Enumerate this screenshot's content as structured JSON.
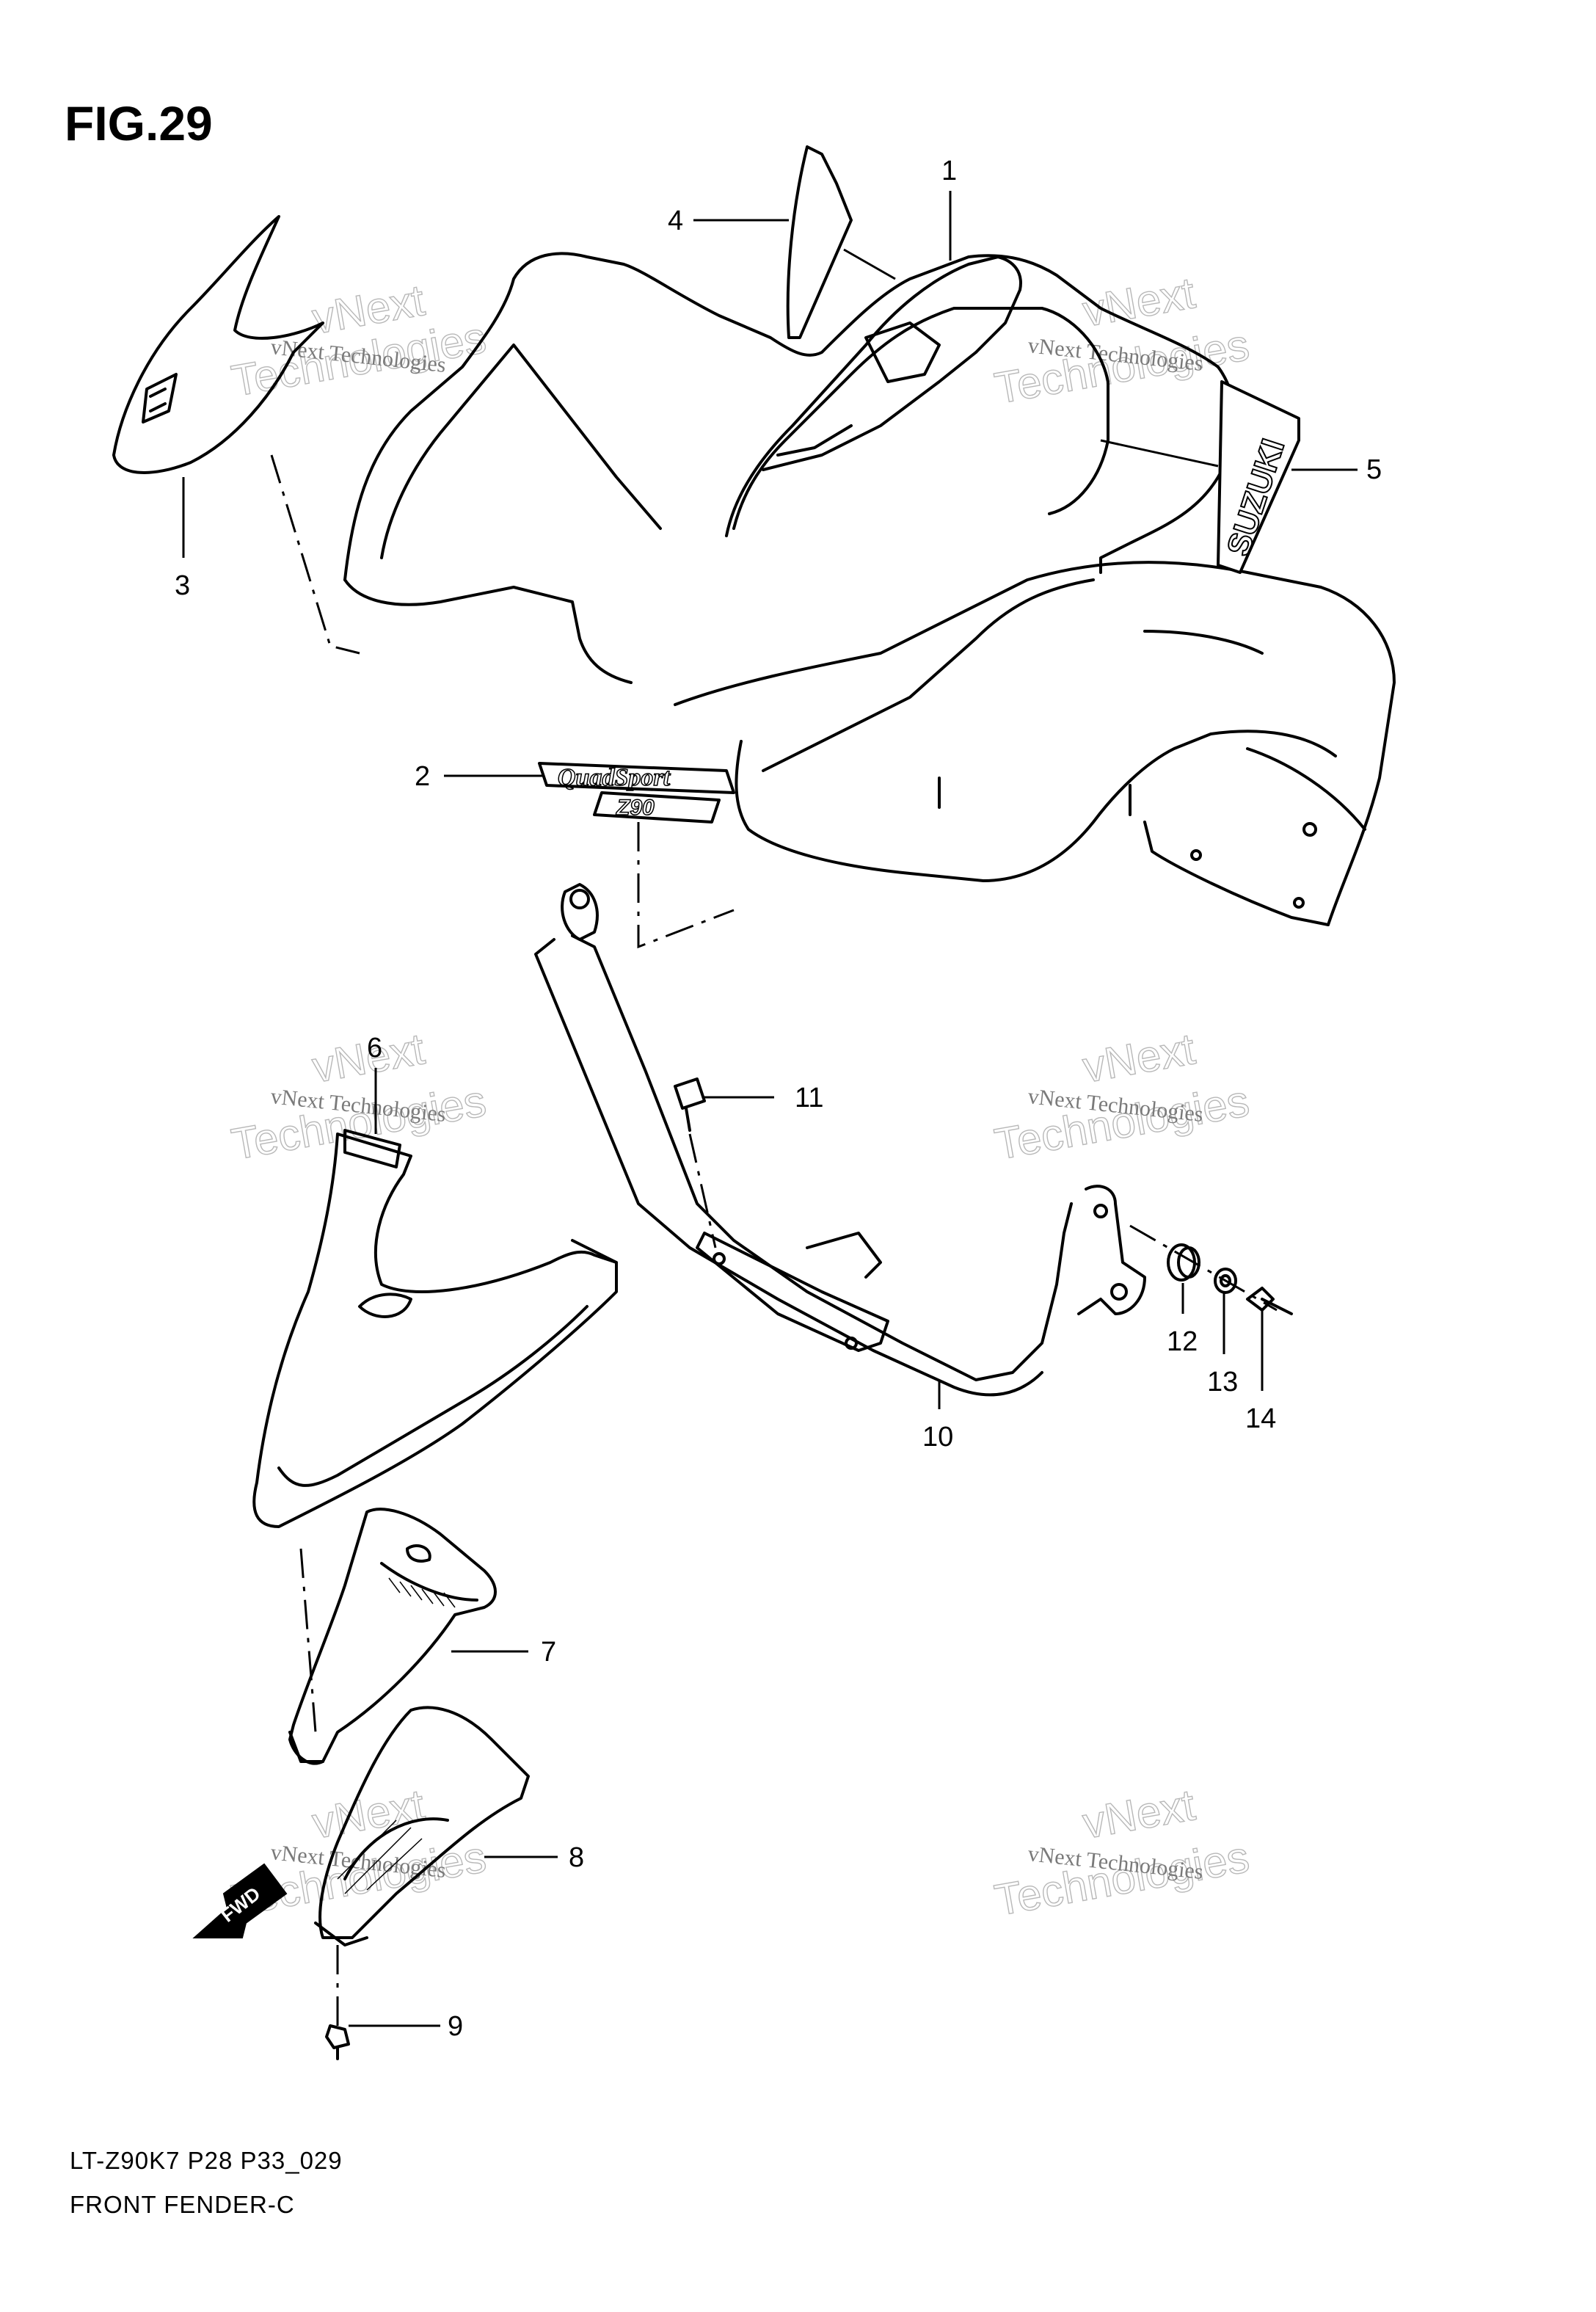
{
  "figure": {
    "title": "FIG.29",
    "model_code": "LT-Z90K7 P28 P33_029",
    "name": "FRONT FENDER-C"
  },
  "callouts": [
    {
      "id": "1",
      "label": "1"
    },
    {
      "id": "2",
      "label": "2"
    },
    {
      "id": "3",
      "label": "3"
    },
    {
      "id": "4",
      "label": "4"
    },
    {
      "id": "5",
      "label": "5"
    },
    {
      "id": "6",
      "label": "6"
    },
    {
      "id": "7",
      "label": "7"
    },
    {
      "id": "8",
      "label": "8"
    },
    {
      "id": "9",
      "label": "9"
    },
    {
      "id": "10",
      "label": "10"
    },
    {
      "id": "11",
      "label": "11"
    },
    {
      "id": "12",
      "label": "12"
    },
    {
      "id": "13",
      "label": "13"
    },
    {
      "id": "14",
      "label": "14"
    }
  ],
  "decal_text": {
    "brand": "SUZUKI",
    "emblem": "QuadSport",
    "emblem_model": "Z90",
    "fwd_arrow": "FWD"
  },
  "watermark": {
    "line1": "vNext",
    "line2": "Technologies",
    "small": "vNext Technologies"
  }
}
